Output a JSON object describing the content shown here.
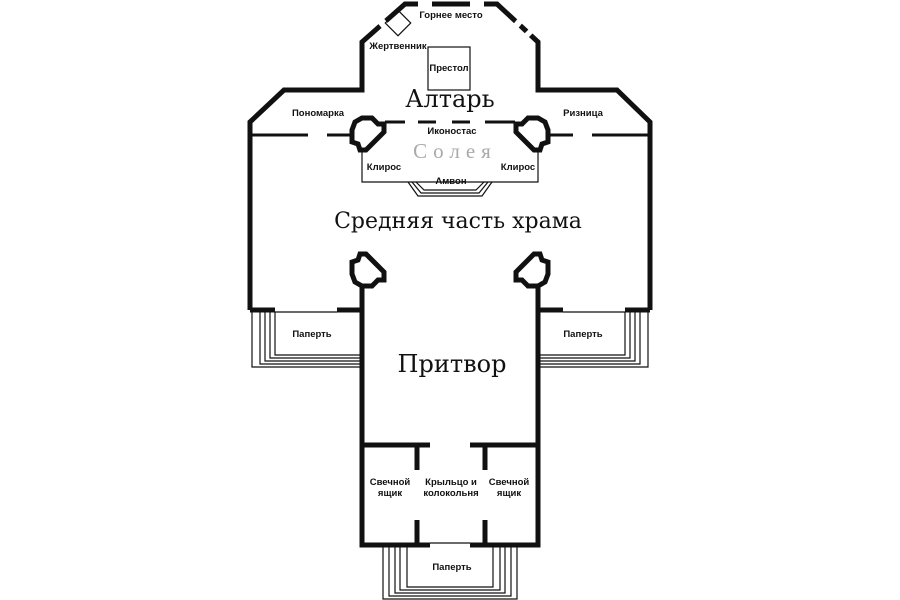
{
  "title": "План православного храма",
  "labels": {
    "gornee": "Горнее место",
    "zhertvennik": "Жертвенник",
    "prestol": "Престол",
    "altar": "Алтарь",
    "ponomarka": "Пономарка",
    "riznitsa": "Ризница",
    "ikonostas": "Иконостас",
    "soleya": "Солея",
    "kliros_left": "Клирос",
    "kliros_right": "Клирос",
    "ambon": "Амвон",
    "middle": "Средняя часть храма",
    "paperть_left": "Паперть",
    "paperть_right": "Паперть",
    "pritvor": "Притвор",
    "svechnoy_left_1": "Свечной",
    "svechnoy_left_2": "ящик",
    "kryltso_1": "Крыльцо и",
    "kryltso_2": "колокольня",
    "svechnoy_right_1": "Свечной",
    "svechnoy_right_2": "ящик",
    "paperть_bottom": "Паперть"
  }
}
